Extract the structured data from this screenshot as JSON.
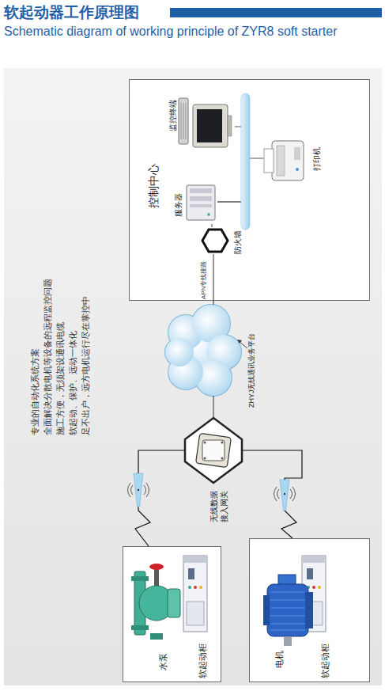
{
  "diagram": {
    "title": "软起动器工作原理图",
    "nodes": [
      {
        "text": [
          "控制中心"
        ]
      },
      {
        "text": [
          "监控终端"
        ],
        "in": 0
      },
      {
        "text": [
          "打印机"
        ],
        "in": 0
      },
      {
        "text": [
          "服务器"
        ],
        "in": 0
      },
      {
        "text": [
          "防火墙"
        ],
        "in": 0
      },
      {
        "text": [
          "ZHYJ无线通讯业务平台"
        ]
      },
      {
        "text": [
          "无线数据接入网关"
        ]
      },
      {
        "text": [
          "水泵",
          "软起动柜"
        ]
      },
      {
        "text": [
          "电机",
          "软起动柜"
        ]
      }
    ],
    "edges": [
      {
        "from": 3,
        "to": 1,
        "arrow": "none"
      },
      {
        "from": 3,
        "to": 2,
        "arrow": "none"
      },
      {
        "from": 3,
        "to": 4,
        "arrow": "none"
      },
      {
        "from": 4,
        "to": 5,
        "label": "APN专线接路",
        "arrow": "none"
      },
      {
        "from": 5,
        "to": 6,
        "arrow": "none"
      },
      {
        "from": 6,
        "to": 7,
        "arrow": "none"
      },
      {
        "from": 6,
        "to": 8,
        "arrow": "none"
      }
    ],
    "labels": [
      "Schematic diagram of working principle of ZYR8 soft starter",
      "专业的自动化系统方案",
      "全面解决分散电机等设备的远程监控问题",
      "施工方便，无须架设通讯电缆",
      "软起动、保护、远动一体化",
      "足不出户，远方电机运行尽在掌控中"
    ]
  }
}
